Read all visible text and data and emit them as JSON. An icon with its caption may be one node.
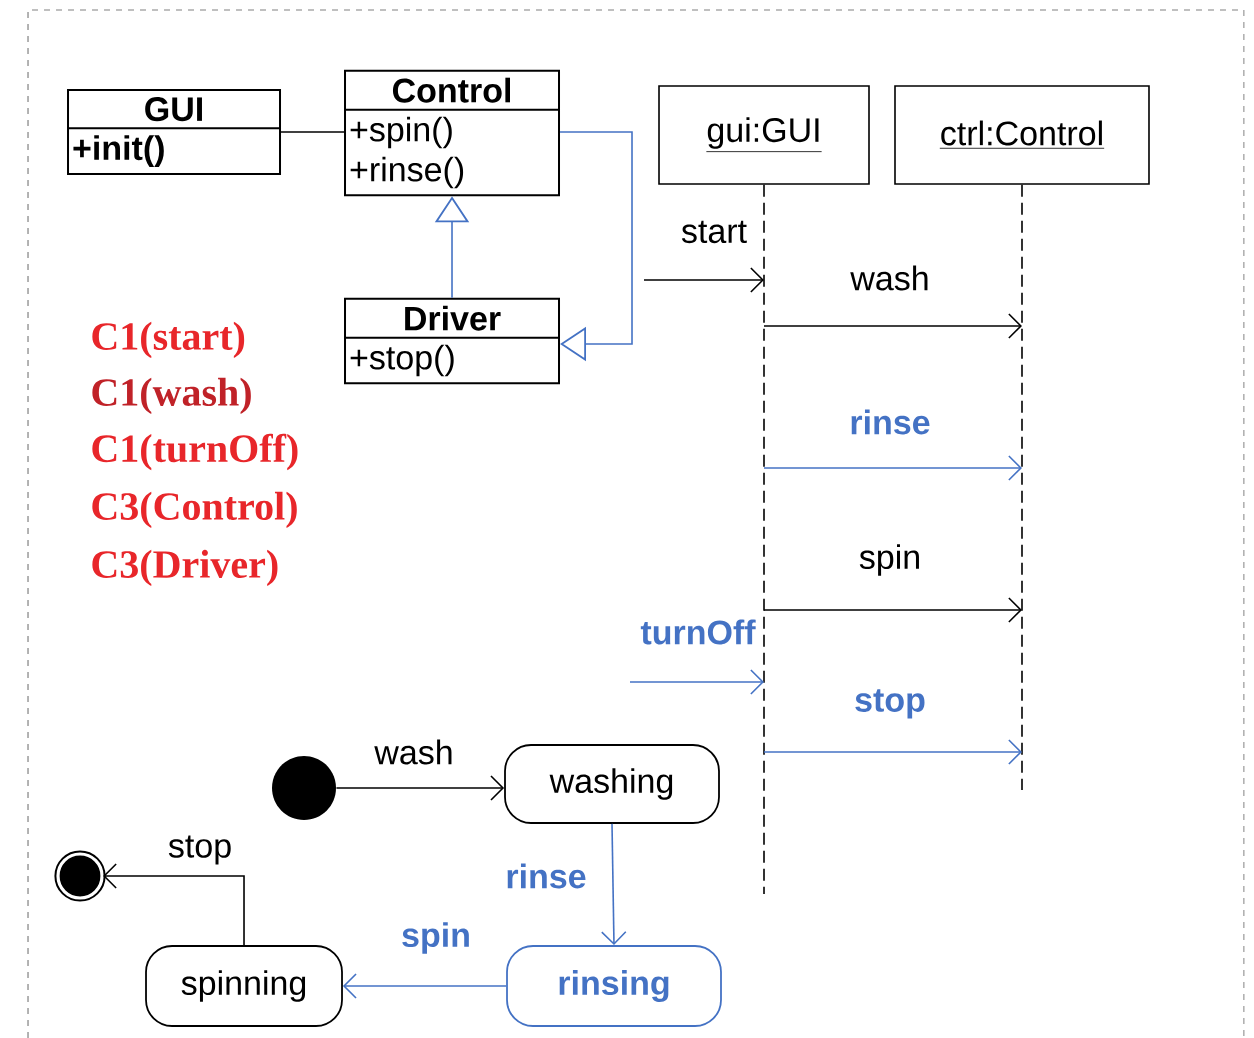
{
  "diagram": {
    "nodes": [
      {
        "text": [
          "GUI",
          "+init()"
        ]
      },
      {
        "text": [
          "Control",
          "+spin()",
          "+rinse()"
        ]
      },
      {
        "text": [
          "Driver",
          "+stop()"
        ]
      },
      {
        "text": [
          "gui:GUI"
        ]
      },
      {
        "text": [
          "ctrl:Control"
        ]
      },
      {
        "text": [],
        "shape": "circle"
      },
      {
        "text": [
          "washing"
        ]
      },
      {
        "text": [
          "rinsing"
        ]
      },
      {
        "text": [
          "spinning"
        ]
      },
      {
        "text": [],
        "shape": "circle"
      }
    ],
    "edges": [
      {
        "from": 0,
        "to": 1,
        "arrow": "none",
        "color": "#000000"
      },
      {
        "from": 2,
        "to": 1,
        "arrow": "to",
        "color": "#4472c4"
      },
      {
        "from": 1,
        "to": 2,
        "arrow": "to",
        "color": "#4472c4"
      },
      {
        "from": null,
        "to": 3,
        "arrow": "to",
        "label": "start",
        "color": "#000000"
      },
      {
        "from": 3,
        "to": 4,
        "arrow": "to",
        "label": "wash",
        "color": "#000000"
      },
      {
        "from": 3,
        "to": 4,
        "arrow": "to",
        "label": "rinse",
        "color": "#4472c4"
      },
      {
        "from": 3,
        "to": 4,
        "arrow": "to",
        "label": "spin",
        "color": "#000000"
      },
      {
        "from": null,
        "to": 3,
        "arrow": "to",
        "label": "turnOff",
        "color": "#4472c4"
      },
      {
        "from": 3,
        "to": 4,
        "arrow": "to",
        "label": "stop",
        "color": "#4472c4"
      },
      {
        "from": 5,
        "to": 6,
        "arrow": "to",
        "label": "wash",
        "color": "#000000"
      },
      {
        "from": 6,
        "to": 7,
        "arrow": "to",
        "label": "rinse",
        "color": "#4472c4"
      },
      {
        "from": 7,
        "to": 8,
        "arrow": "to",
        "label": "spin",
        "color": "#4472c4"
      },
      {
        "from": 8,
        "to": 9,
        "arrow": "to",
        "label": "stop",
        "color": "#000000"
      }
    ],
    "labels": [
      "C1(start)",
      "C1(wash)",
      "C1(turnOff)",
      "C3(Control)",
      "C3(Driver)"
    ]
  }
}
